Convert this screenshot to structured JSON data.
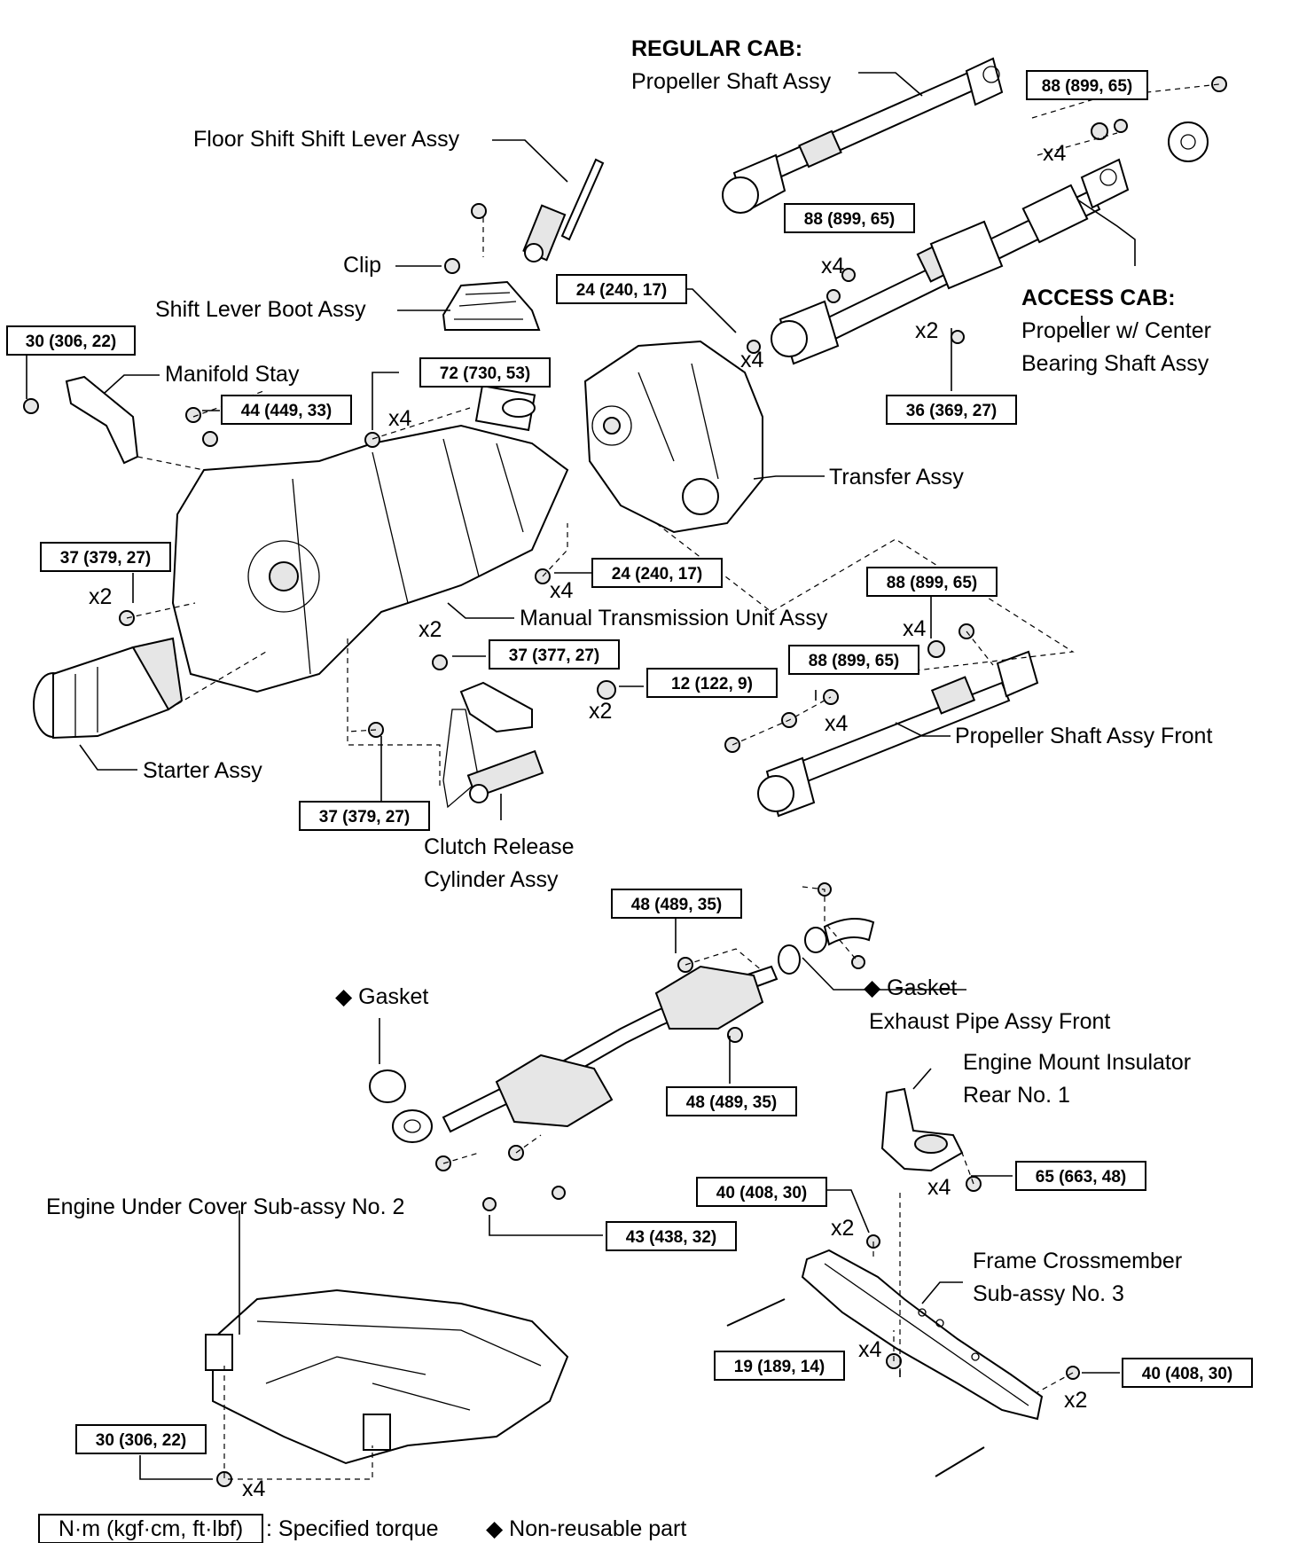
{
  "labels": {
    "regular_cab_title": "REGULAR CAB:",
    "regular_cab_shaft": "Propeller Shaft Assy",
    "floor_shift_lever": "Floor Shift Shift Lever Assy",
    "clip": "Clip",
    "shift_lever_boot": "Shift Lever Boot Assy",
    "manifold_stay": "Manifold Stay",
    "access_cab_title": "ACCESS CAB:",
    "access_cab_line1": "Propeller w/ Center",
    "access_cab_line2": "Bearing Shaft Assy",
    "transfer_assy": "Transfer Assy",
    "manual_transmission": "Manual Transmission Unit Assy",
    "propeller_shaft_front": "Propeller Shaft Assy Front",
    "starter_assy": "Starter Assy",
    "clutch_release_line1": "Clutch Release",
    "clutch_release_line2": "Cylinder Assy",
    "gasket_right": "◆ Gasket",
    "gasket_left": "◆ Gasket",
    "exhaust_pipe_front": "Exhaust Pipe Assy Front",
    "engine_mount_line1": "Engine Mount Insulator",
    "engine_mount_line2": "Rear No. 1",
    "engine_under_cover": "Engine Under Cover Sub-assy No. 2",
    "frame_crossmember_line1": "Frame Crossmember",
    "frame_crossmember_line2": "Sub-assy  No. 3"
  },
  "torque": {
    "t88_top": "88 (899, 65)",
    "t88_mid": "88 (899, 65)",
    "t24_top": "24 (240, 17)",
    "t30_top": "30 (306, 22)",
    "t72": "72 (730, 53)",
    "t44": "44 (449, 33)",
    "t36": "36 (369, 27)",
    "t37_left": "37 (379, 27)",
    "t24_mid": "24 (240, 17)",
    "t88_front1": "88 (899, 65)",
    "t37_377": "37 (377, 27)",
    "t12": "12 (122, 9)",
    "t88_front2": "88 (899, 65)",
    "t37_bottom": "37 (379, 27)",
    "t48_top": "48 (489, 35)",
    "t48_bottom": "48 (489, 35)",
    "t65": "65 (663, 48)",
    "t40_left": "40 (408, 30)",
    "t43": "43 (438, 32)",
    "t19": "19 (189, 14)",
    "t40_right": "40 (408, 30)",
    "t30_bottom": "30 (306, 22)"
  },
  "quantities": {
    "q_x4_a": "x4",
    "q_x4_b": "x4",
    "q_x4_c": "x4",
    "q_x2_a": "x2",
    "q_x4_d": "x4",
    "q_x4_e": "x4",
    "q_x2_b": "x2",
    "q_x2_c": "x2",
    "q_x4_f": "x4",
    "q_x2_d": "x2",
    "q_x4_g": "x4",
    "q_x4_h": "x4",
    "q_x2_e": "x2",
    "q_x4_i": "x4",
    "q_x2_f": "x2",
    "q_x4_j": "x4"
  },
  "legend": {
    "unit_box": "N·m (kgf·cm, ft·lbf)",
    "unit_text": ": Specified torque",
    "nonreusable": "◆ Non-reusable part"
  }
}
